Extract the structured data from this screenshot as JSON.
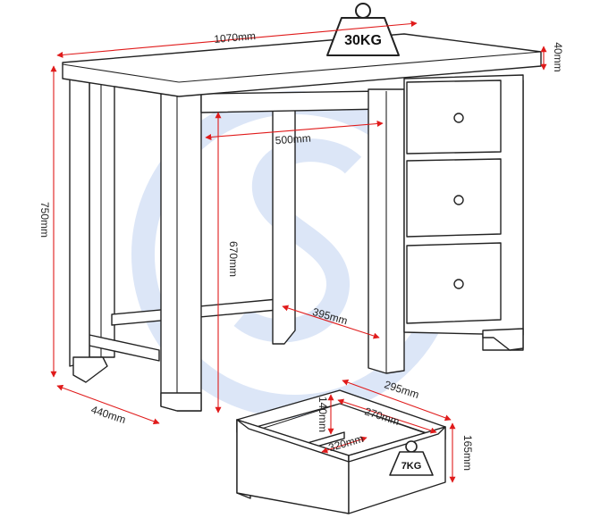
{
  "colors": {
    "dimension_arrow": "#e01b1b",
    "outline": "#222222",
    "watermark": "#dce6f7",
    "background": "#ffffff"
  },
  "watermark": {
    "icon": "s-circle-watermark-icon"
  },
  "desk": {
    "dimensions": {
      "width": "1070mm",
      "top_thickness": "40mm",
      "height": "750mm",
      "depth": "440mm",
      "kneehole_width": "500mm",
      "kneehole_height": "670mm",
      "kneehole_depth": "395mm"
    },
    "max_load": "30KG",
    "max_load_icon": "weight-icon"
  },
  "drawer": {
    "dimensions": {
      "outer_depth": "295mm",
      "inner_height": "140mm",
      "inner_depth": "270mm",
      "inner_width": "320mm",
      "outer_height": "165mm"
    },
    "max_load": "7KG",
    "max_load_icon": "weight-icon"
  }
}
